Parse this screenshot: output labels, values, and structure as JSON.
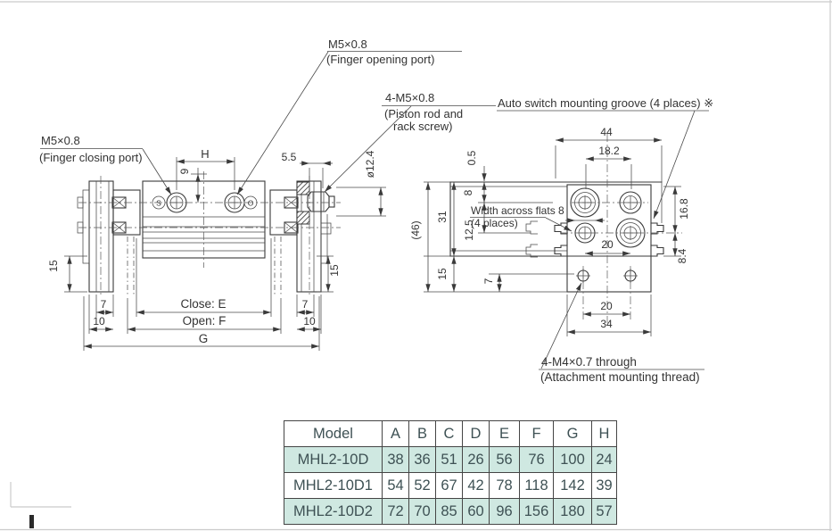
{
  "page": {
    "background": "#ffffff",
    "border_color": "#cbcbcb",
    "line_color": "#3a3a3a",
    "text_color": "#333333"
  },
  "left_view": {
    "callouts": {
      "opening_port_line1": "M5×0.8",
      "opening_port_line2": "(Finger opening port)",
      "piston_line1": "4-M5×0.8",
      "piston_line2": "(Piston rod and",
      "piston_line3": "rack screw)",
      "closing_port_line1": "M5×0.8",
      "closing_port_line2": "(Finger closing port)"
    },
    "marks": {
      "s": "S",
      "o": "O"
    },
    "dims": {
      "h": "H",
      "nine": "9",
      "five_five": "5.5",
      "dia": "ø12.4",
      "fifteen_left": "15",
      "fifteen_right": "15",
      "seven_left": "7",
      "ten_left": "10",
      "seven_right": "7",
      "ten_right": "10",
      "close_e": "Close: E",
      "open_f": "Open: F",
      "g": "G"
    }
  },
  "right_view": {
    "callouts": {
      "auto_switch": "Auto switch mounting groove (4 places) ※",
      "flats_line1": "Width across flats 8",
      "flats_line2": "(4 places)",
      "attach_line1": "4-M4×0.7 through",
      "attach_line2": "(Attachment mounting thread)"
    },
    "dims": {
      "forty_four": "44",
      "eighteen_two": "18.2",
      "zero_five": "0.5",
      "eight": "8",
      "thirty_one": "31",
      "twelve_five": "12.5",
      "forty_six": "(46)",
      "fifteen": "15",
      "seven": "7",
      "sixteen_eight": "16.8",
      "eight_four": "8.4",
      "twenty_mid": "20",
      "twenty_bottom": "20",
      "thirty_four": "34"
    }
  },
  "table": {
    "highlight_color": "#cfe8e1",
    "headers": [
      "Model",
      "A",
      "B",
      "C",
      "D",
      "E",
      "F",
      "G",
      "H"
    ],
    "rows": [
      {
        "model": "MHL2-10D",
        "values": [
          "38",
          "36",
          "51",
          "26",
          "56",
          "76",
          "100",
          "24"
        ],
        "highlight": true
      },
      {
        "model": "MHL2-10D1",
        "values": [
          "54",
          "52",
          "67",
          "42",
          "78",
          "118",
          "142",
          "39"
        ],
        "highlight": false
      },
      {
        "model": "MHL2-10D2",
        "values": [
          "72",
          "70",
          "85",
          "60",
          "96",
          "156",
          "180",
          "57"
        ],
        "highlight": true
      }
    ]
  }
}
